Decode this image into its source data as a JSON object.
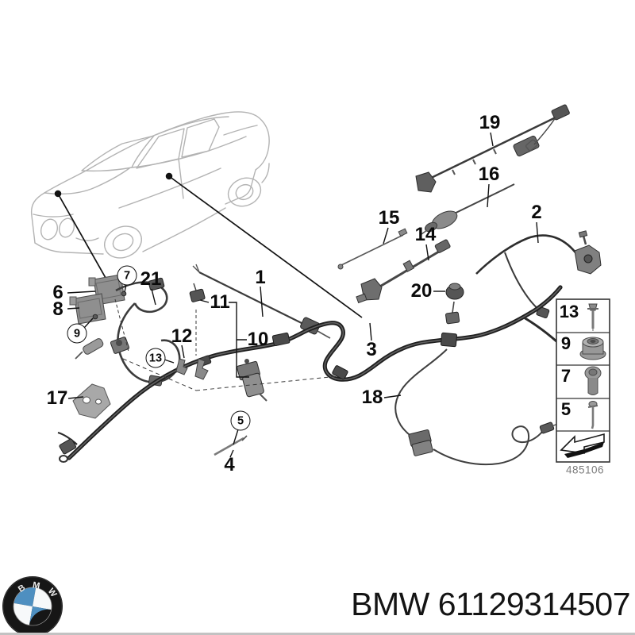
{
  "page": {
    "background": "#ffffff",
    "bottom_rule_color": "#c2c2c2"
  },
  "footer": {
    "label": "BMW 61129314507",
    "logo": {
      "letters": [
        "B",
        "M",
        "W"
      ],
      "roundel_blue": "#4e8fc0",
      "roundel_white": "#f7f9fa",
      "ring_color": "#161616"
    }
  },
  "diagram": {
    "title_hint": "battery cable / wiring harness parts diagram",
    "image_number": "485106",
    "callouts": [
      {
        "label": "1",
        "circled": false
      },
      {
        "label": "2",
        "circled": false
      },
      {
        "label": "3",
        "circled": false
      },
      {
        "label": "4",
        "circled": false
      },
      {
        "label": "5",
        "circled": true
      },
      {
        "label": "6",
        "circled": false
      },
      {
        "label": "7",
        "circled": true
      },
      {
        "label": "8",
        "circled": false
      },
      {
        "label": "9",
        "circled": true
      },
      {
        "label": "10",
        "circled": false
      },
      {
        "label": "11",
        "circled": false
      },
      {
        "label": "12",
        "circled": false
      },
      {
        "label": "13",
        "circled": true
      },
      {
        "label": "14",
        "circled": false
      },
      {
        "label": "15",
        "circled": false
      },
      {
        "label": "16",
        "circled": false
      },
      {
        "label": "17",
        "circled": false
      },
      {
        "label": "18",
        "circled": false
      },
      {
        "label": "19",
        "circled": false
      },
      {
        "label": "20",
        "circled": false
      },
      {
        "label": "21",
        "circled": false
      }
    ],
    "legend": {
      "rows": [
        {
          "label": "13",
          "icon": "expanding-rivet-icon"
        },
        {
          "label": "9",
          "icon": "flange-nut-icon"
        },
        {
          "label": "7",
          "icon": "socket-bolt-icon"
        },
        {
          "label": "5",
          "icon": "self-tapping-screw-icon"
        },
        {
          "label": "",
          "icon": "direction-arrow-icon"
        }
      ]
    }
  }
}
